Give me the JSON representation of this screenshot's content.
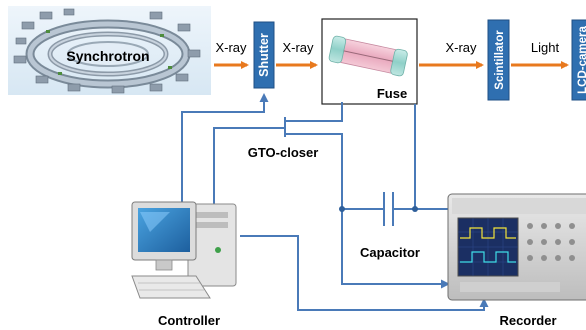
{
  "diagram": {
    "nodes": {
      "synchrotron": "Synchrotron",
      "shutter": "Shutter",
      "fuse": "Fuse",
      "scintillator": "Scintillator",
      "lcd_camera": "LCD-camera",
      "gto_closer": "GTO-closer",
      "capacitor": "Capacitor",
      "controller": "Controller",
      "recorder": "Recorder"
    },
    "edges": {
      "xray_1": "X-ray",
      "xray_2": "X-ray",
      "xray_3": "X-ray",
      "light": "Light"
    },
    "colors": {
      "box_fill": "#2f6fb0",
      "box_stroke": "#1f4f85",
      "beam_arrow": "#e8791e",
      "wire": "#4a7ab8"
    }
  }
}
